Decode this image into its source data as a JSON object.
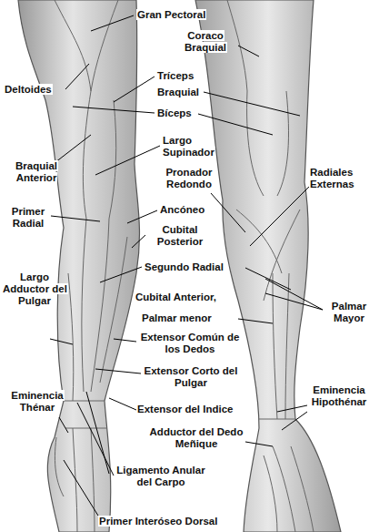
{
  "diagram": {
    "labels": [
      "Gran Pectoral",
      "Coraco Braquial",
      "Deltoides",
      "Tríceps",
      "Braquial",
      "Bíceps",
      "Braquial Anterior",
      "Largo Supinador",
      "Pronador Redondo",
      "Radiales Externas",
      "Primer Radial",
      "Ancóneo",
      "Cubital Posterior",
      "Segundo Radial",
      "Largo Adductor del Pulgar",
      "Cubital Anterior,",
      "Palmar Mayor",
      "Palmar menor",
      "Extensor Común de los Dedos",
      "Extensor Corto del Pulgar",
      "Eminencia Thénar",
      "Extensor del Indice",
      "Eminencia Hipothénar",
      "Adductor del Dedo Meñique",
      "Ligamento Anular del Carpo",
      "Primer Interóseo Dorsal"
    ]
  }
}
